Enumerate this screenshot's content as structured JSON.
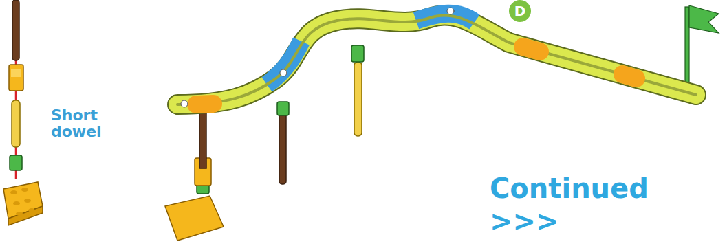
{
  "diagram": {
    "nodes": [
      {
        "text": [
          "D"
        ]
      }
    ],
    "labels": [
      "Short dowel",
      "Continued >>>"
    ]
  }
}
